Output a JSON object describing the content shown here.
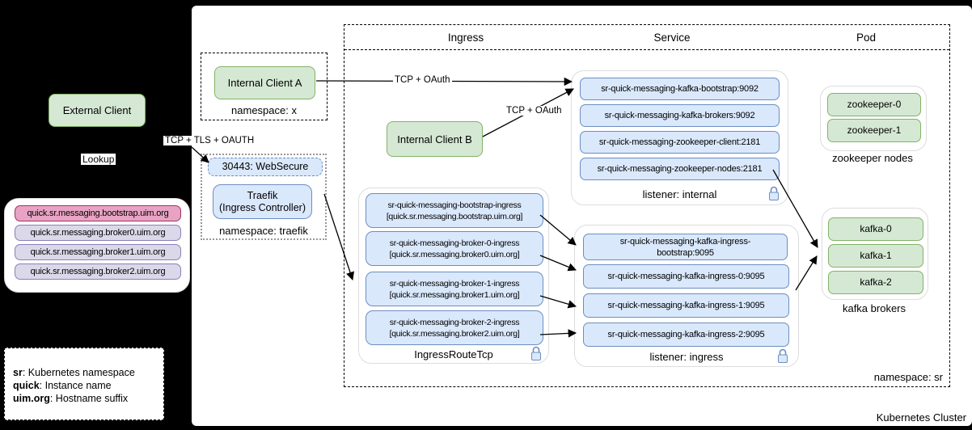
{
  "left_panel": {
    "external_client": "External Client",
    "lookup_label": "Lookup",
    "hostnames": [
      "quick.sr.messaging.bootstrap.uim.org",
      "quick.sr.messaging.broker0.uim.org",
      "quick.sr.messaging.broker1.uim.org",
      "quick.sr.messaging.broker2.uim.org"
    ],
    "legend": [
      {
        "term": "sr",
        "desc": ": Kubernetes namespace"
      },
      {
        "term": "quick",
        "desc": ": Instance name"
      },
      {
        "term": "uim.org",
        "desc": ": Hostname suffix"
      }
    ]
  },
  "edge_labels": {
    "external_to_traefik": "TCP + TLS + OAUTH",
    "client_a_to_service": "TCP + OAuth",
    "client_b_to_service": "TCP + OAuth"
  },
  "namespace_x": {
    "label": "namespace: x",
    "internal_client_a": "Internal Client A"
  },
  "namespace_traefik": {
    "label": "namespace: traefik",
    "websecure": "30443: WebSecure",
    "traefik_line1": "Traefik",
    "traefik_line2": "(Ingress Controller)"
  },
  "cluster": {
    "label": "Kubernetes Cluster",
    "namespace_sr_label": "namespace: sr",
    "columns": [
      "Ingress",
      "Service",
      "Pod"
    ],
    "internal_client_b": "Internal Client B",
    "service_internal": {
      "label": "listener: internal",
      "items": [
        "sr-quick-messaging-kafka-bootstrap:9092",
        "sr-quick-messaging-kafka-brokers:9092",
        "sr-quick-messaging-zookeeper-client:2181",
        "sr-quick-messaging-zookeeper-nodes:2181"
      ]
    },
    "ingress_routes": {
      "label": "IngressRouteTcp",
      "items": [
        {
          "name": "sr-quick-messaging-bootstrap-ingress",
          "host": "[quick.sr.messaging.bootstrap.uim.org]"
        },
        {
          "name": "sr-quick-messaging-broker-0-ingress",
          "host": "[quick.sr.messaging.broker0.uim.org]"
        },
        {
          "name": "sr-quick-messaging-broker-1-ingress",
          "host": "[quick.sr.messaging.broker1.uim.org]"
        },
        {
          "name": "sr-quick-messaging-broker-2-ingress",
          "host": "[quick.sr.messaging.broker2.uim.org]"
        }
      ]
    },
    "service_ingress": {
      "label": "listener: ingress",
      "items": [
        "sr-quick-messaging-kafka-ingress-bootstrap:9095",
        "sr-quick-messaging-kafka-ingress-0:9095",
        "sr-quick-messaging-kafka-ingress-1:9095",
        "sr-quick-messaging-kafka-ingress-2:9095"
      ]
    },
    "pods": {
      "zookeeper": {
        "label": "zookeeper nodes",
        "items": [
          "zookeeper-0",
          "zookeeper-1"
        ]
      },
      "kafka": {
        "label": "kafka brokers",
        "items": [
          "kafka-0",
          "kafka-1",
          "kafka-2"
        ]
      }
    }
  },
  "colors": {
    "green_fill": "#d5e8d4",
    "green_border": "#82b366",
    "blue_fill": "#dae8fc",
    "blue_border": "#6c8ebf",
    "pink_fill": "#e8a3c4",
    "pink_border": "#9e3364",
    "lavender_fill": "#dbd8e9",
    "lavender_border": "#8b80b5"
  }
}
